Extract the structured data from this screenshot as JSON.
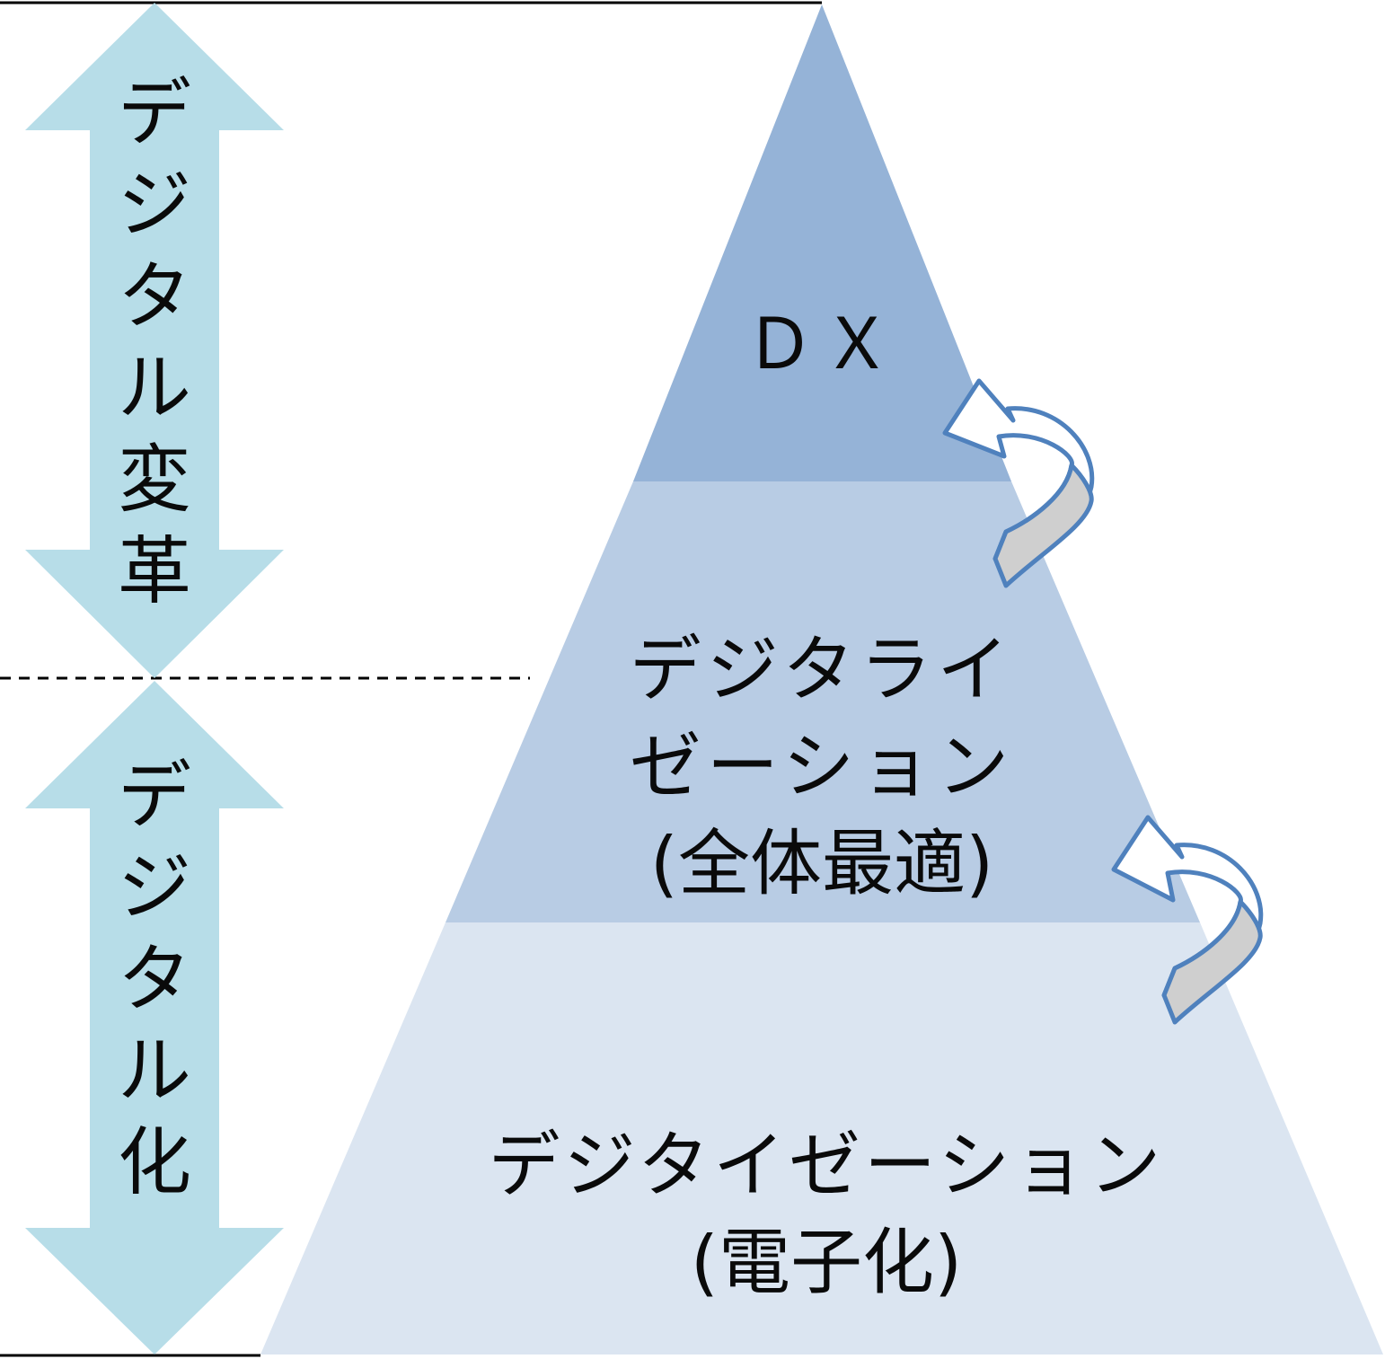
{
  "left_labels": {
    "upper": [
      "デ",
      "ジ",
      "タ",
      "ル",
      "変",
      "革"
    ],
    "lower": [
      "デ",
      "ジ",
      "タ",
      "ル",
      "化"
    ]
  },
  "pyramid": {
    "top": {
      "lines": [
        "ＤＸ"
      ]
    },
    "middle": {
      "lines": [
        "デジタライ",
        "ゼーション",
        "(全体最適)"
      ]
    },
    "bottom": {
      "lines": [
        "デジタイゼーション",
        "(電子化)"
      ]
    }
  },
  "colors": {
    "arrow_fill": "#b7dde8",
    "tier_top": "#95b3d7",
    "tier_middle": "#b8cce4",
    "tier_bottom": "#dbe5f1",
    "curve_stroke": "#4f81bd",
    "curve_fill_outer": "#ffffff",
    "curve_fill_inner": "#cfcfcf",
    "line": "#000000"
  }
}
